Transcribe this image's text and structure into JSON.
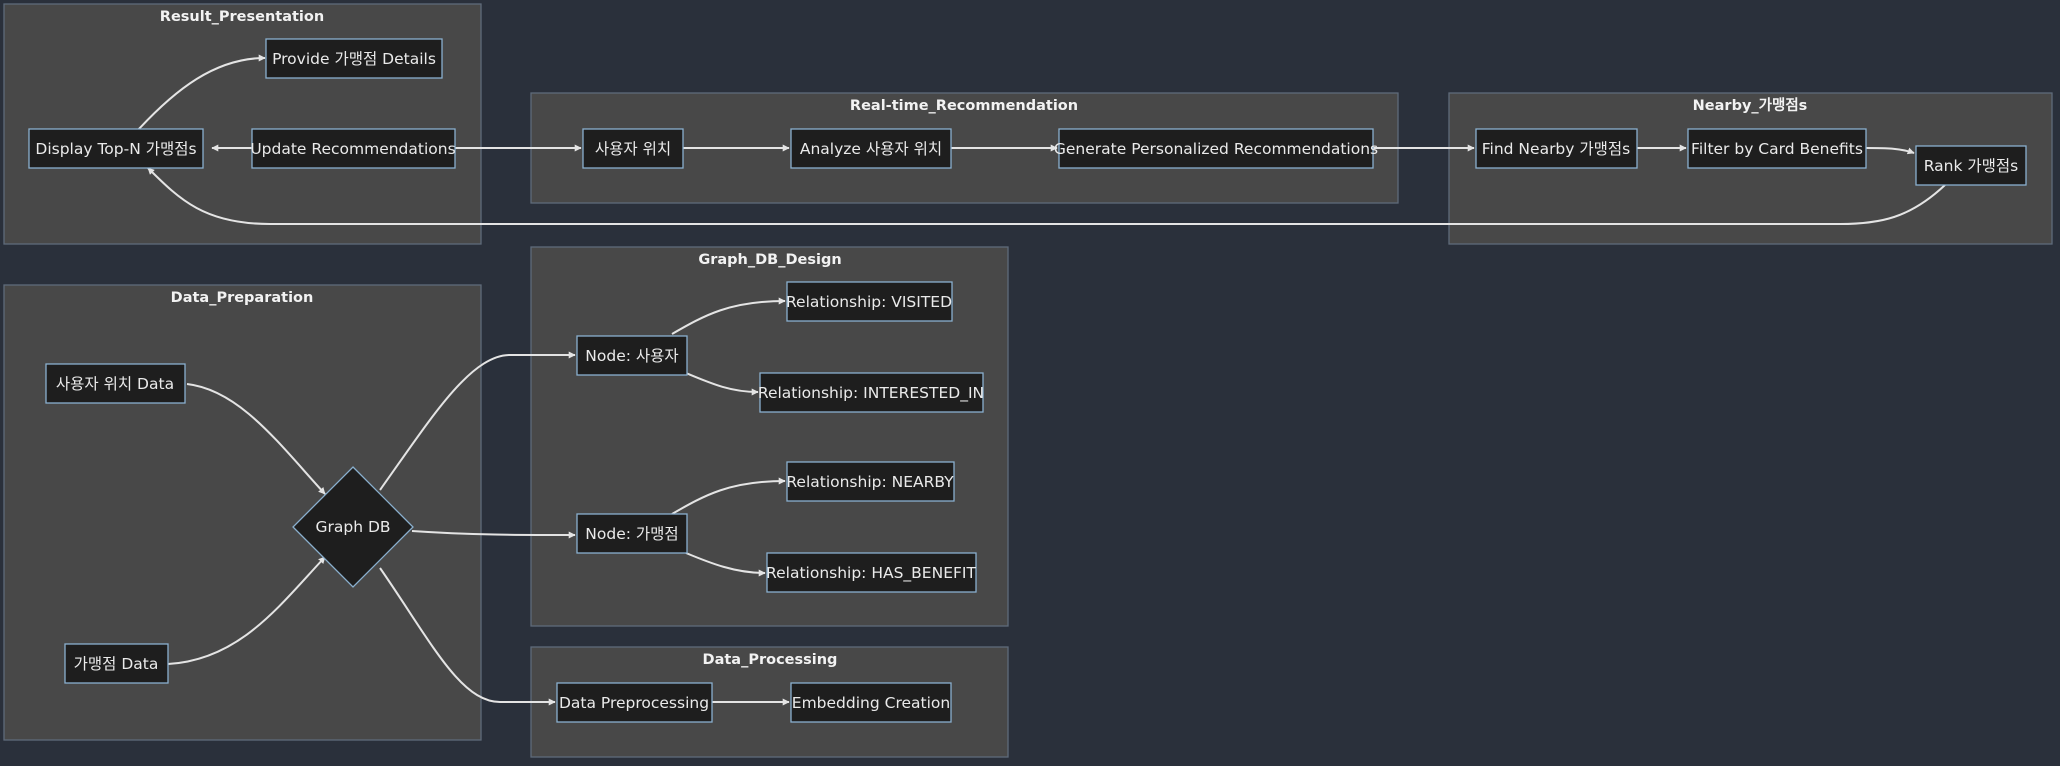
{
  "clusters": {
    "result_presentation": "Result_Presentation",
    "realtime_recommendation": "Real-time_Recommendation",
    "nearby": "Nearby_가맹점s",
    "data_preparation": "Data_Preparation",
    "graph_db_design": "Graph_DB_Design",
    "data_processing": "Data_Processing"
  },
  "nodes": {
    "provide_details": "Provide 가맹점 Details",
    "display_top_n": "Display Top-N 가맹점s",
    "update_recommendations": "Update Recommendations",
    "user_location": "사용자 위치",
    "analyze_location": "Analyze 사용자 위치",
    "generate_recommendations": "Generate Personalized Recommendations",
    "find_nearby": "Find Nearby 가맹점s",
    "filter_card_benefits": "Filter by Card Benefits",
    "rank_stores": "Rank 가맹점s",
    "user_location_data": "사용자 위치 Data",
    "store_data": "가맹점 Data",
    "graph_db": "Graph DB",
    "node_user": "Node: 사용자",
    "node_store": "Node: 가맹점",
    "rel_visited": "Relationship: VISITED",
    "rel_interested_in": "Relationship: INTERESTED_IN",
    "rel_nearby": "Relationship: NEARBY",
    "rel_has_benefit": "Relationship: HAS_BENEFIT",
    "data_preprocessing": "Data Preprocessing",
    "embedding_creation": "Embedding Creation"
  },
  "colors": {
    "background": "#2a303b",
    "cluster_fill": "#484848",
    "node_fill": "#1e1e1e",
    "node_border": "#8ab0cf",
    "edge": "#e4e4e4",
    "text": "#eaeaea"
  }
}
